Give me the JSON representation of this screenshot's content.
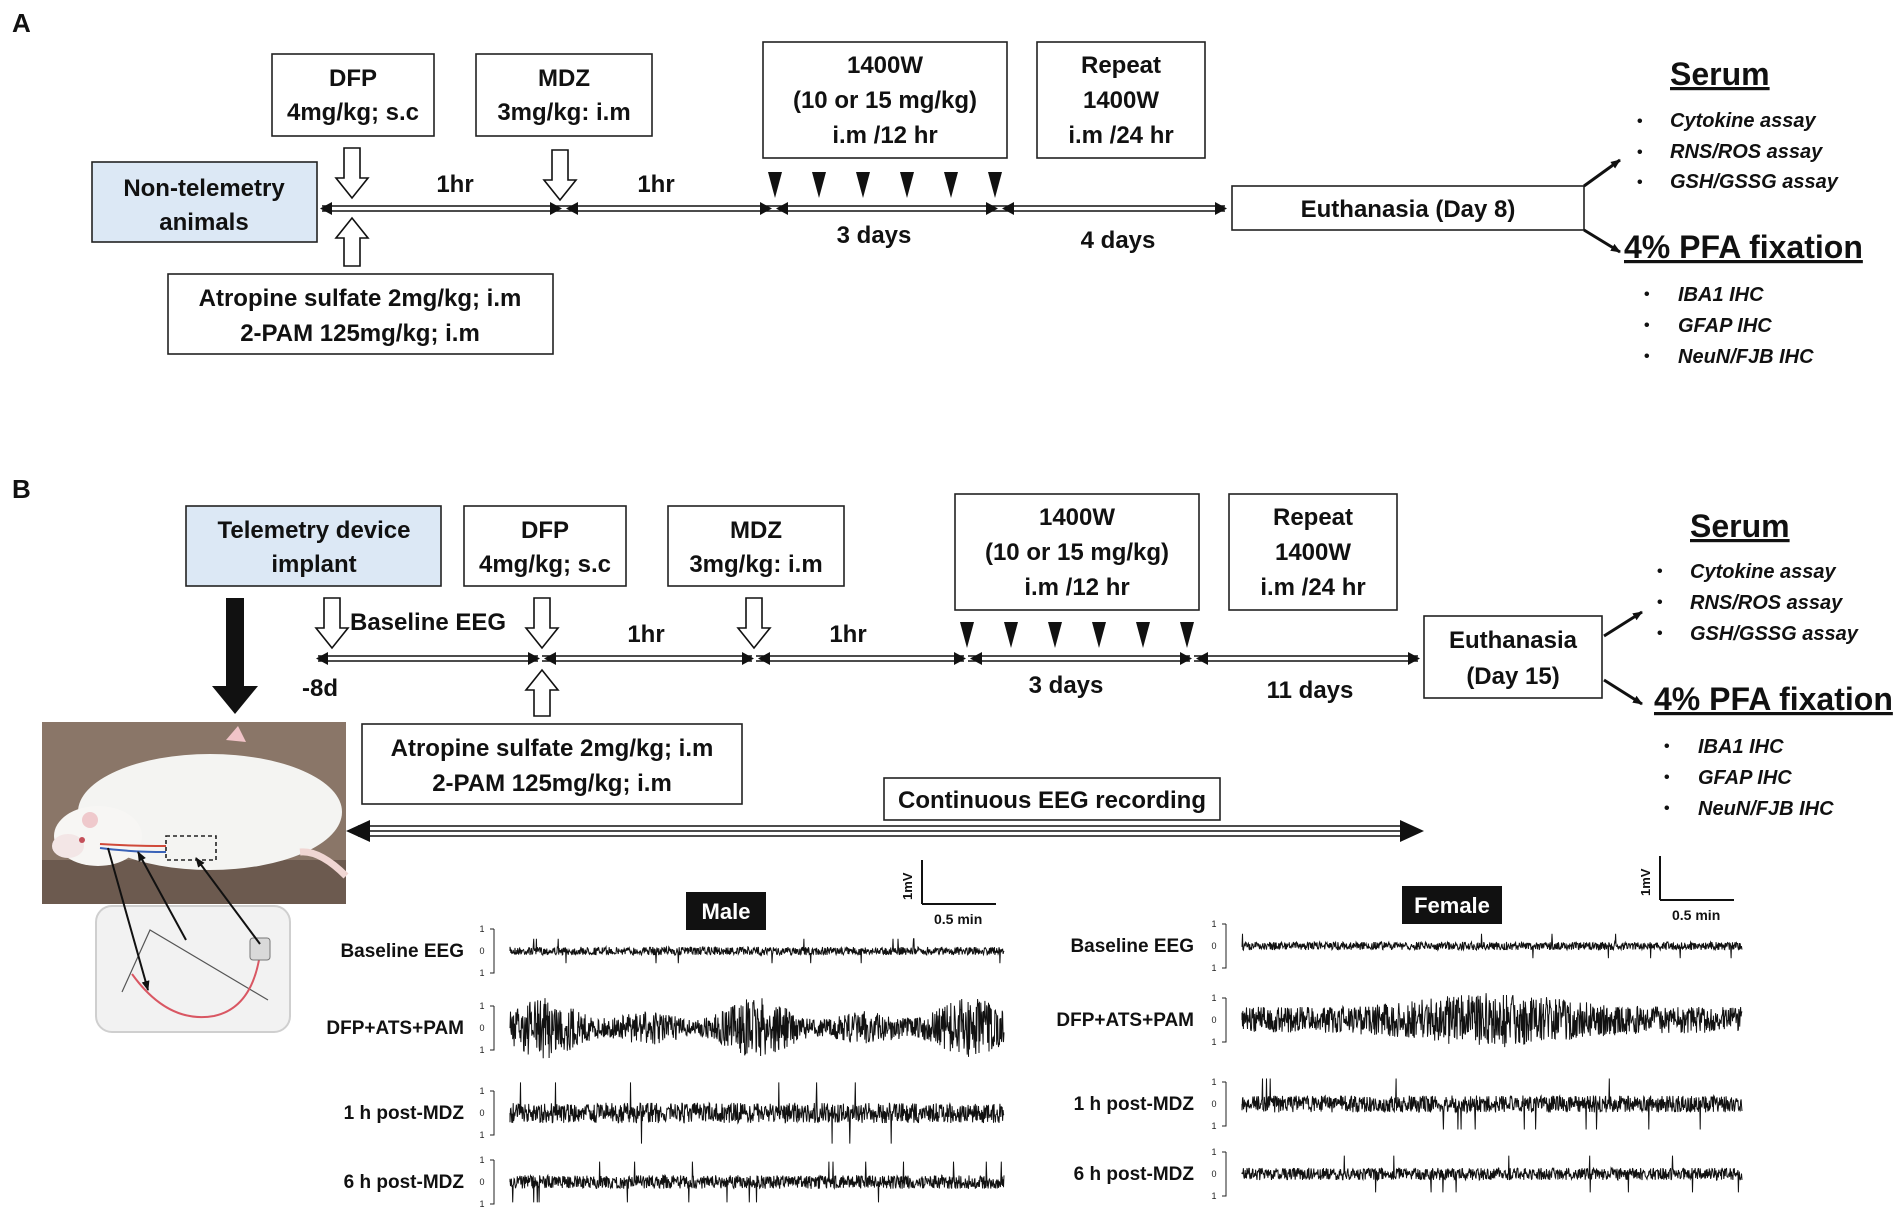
{
  "panelA": {
    "letter": "A",
    "start": [
      "Non-telemetry",
      "animals"
    ],
    "dfp": [
      "DFP",
      "4mg/kg; s.c"
    ],
    "mdz": [
      "MDZ",
      "3mg/kg: i.m"
    ],
    "w1400": [
      "1400W",
      "(10 or 15 mg/kg)",
      "i.m /12 hr"
    ],
    "repeat": [
      "Repeat",
      "1400W",
      "i.m /24 hr"
    ],
    "atropine": [
      "Atropine sulfate 2mg/kg; i.m",
      "2-PAM 125mg/kg; i.m"
    ],
    "int1": "1hr",
    "int2": "1hr",
    "int3": "3 days",
    "int4": "4 days",
    "euth": [
      "Euthanasia (Day 8)"
    ],
    "serum_title": "Serum",
    "serum_items": [
      "Cytokine assay",
      "RNS/ROS assay",
      "GSH/GSSG assay"
    ],
    "pfa_title": "4% PFA fixation",
    "pfa_items": [
      "IBA1 IHC",
      "GFAP IHC",
      "NeuN/FJB IHC"
    ]
  },
  "panelB": {
    "letter": "B",
    "start": [
      "Telemetry device",
      "implant"
    ],
    "dfp": [
      "DFP",
      "4mg/kg; s.c"
    ],
    "mdz": [
      "MDZ",
      "3mg/kg: i.m"
    ],
    "w1400": [
      "1400W",
      "(10 or 15 mg/kg)",
      "i.m /12 hr"
    ],
    "repeat": [
      "Repeat",
      "1400W",
      "i.m /24 hr"
    ],
    "atropine": [
      "Atropine sulfate 2mg/kg; i.m",
      "2-PAM 125mg/kg; i.m"
    ],
    "baseline_label": "Baseline EEG",
    "day_label": "-8d",
    "int1": "1hr",
    "int2": "1hr",
    "int3": "3 days",
    "int4": "11 days",
    "euth": [
      "Euthanasia",
      "(Day 15)"
    ],
    "continuous": "Continuous EEG recording",
    "serum_title": "Serum",
    "serum_items": [
      "Cytokine assay",
      "RNS/ROS assay",
      "GSH/GSSG assay"
    ],
    "pfa_title": "4% PFA fixation",
    "pfa_items": [
      "IBA1 IHC",
      "GFAP IHC",
      "NeuN/FJB IHC"
    ]
  },
  "eeg": {
    "scale_v": "1mV",
    "scale_t": "0.5 min",
    "axis_ticks": [
      "1",
      "0",
      "1"
    ],
    "male": {
      "title": "Male",
      "rows": [
        {
          "label": "Baseline EEG",
          "amp": 0.12,
          "burst": 0
        },
        {
          "label": "DFP+ATS+PAM",
          "amp": 0.9,
          "burst": 1
        },
        {
          "label": "1 h post-MDZ",
          "amp": 0.3,
          "burst": 0
        },
        {
          "label": "6 h post-MDZ",
          "amp": 0.2,
          "burst": 0
        }
      ]
    },
    "female": {
      "title": "Female",
      "rows": [
        {
          "label": "Baseline EEG",
          "amp": 0.12,
          "burst": 0
        },
        {
          "label": "DFP+ATS+PAM",
          "amp": 0.7,
          "burst": 2
        },
        {
          "label": "1 h post-MDZ",
          "amp": 0.25,
          "burst": 0
        },
        {
          "label": "6 h post-MDZ",
          "amp": 0.18,
          "burst": 0
        }
      ]
    }
  }
}
